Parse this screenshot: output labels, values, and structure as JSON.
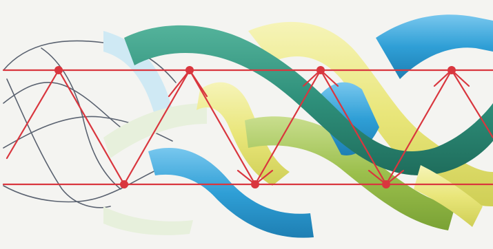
{
  "diagram": {
    "colors": {
      "background": "#f4f4f1",
      "outline": "#5a6270",
      "construction_red": "#d9363e",
      "teal": "#2e8f7a",
      "teal_light": "#54b39b",
      "yellow": "#e9e67a",
      "yellow_light": "#f6f4b8",
      "blue": "#2f9fd6",
      "blue_light": "#78c7ee",
      "green": "#9bbf4c",
      "green_light": "#c9de8e",
      "pale_blue": "#cfe9f4",
      "pale_green": "#e7f0dc"
    },
    "bands": [
      {
        "name": "teal",
        "color_key": "teal"
      },
      {
        "name": "yellow",
        "color_key": "yellow"
      },
      {
        "name": "blue",
        "color_key": "blue"
      },
      {
        "name": "green",
        "color_key": "green"
      }
    ]
  }
}
